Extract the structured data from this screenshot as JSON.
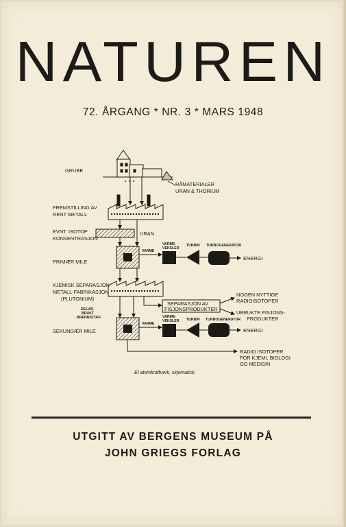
{
  "magazine": {
    "title": "NATUREN",
    "issue_line": "72. ÅRGANG * NR. 3 * MARS 1948"
  },
  "diagram": {
    "stage_labels": {
      "grube": "GRUBE",
      "fremstilling_1": "FREMSTILLING AV",
      "fremstilling_2": "RENT METALL",
      "isotop_1": "EVNT. ISOTOP",
      "isotop_2": "KONSENTRASJON",
      "primaer": "PRIMÆR MILE",
      "kjemisk_1": "KJEMISK SEPARASJON",
      "kjemisk_2": "METALL-FABRIKASJON",
      "kjemisk_3": "(PLUTONIUM)",
      "delvis_1": "DELVIS",
      "delvis_2": "BRUKT",
      "delvis_3": "BRENNSTOFF",
      "sekundaer": "SEKUNDÆR MILE"
    },
    "flow_labels": {
      "ramaterialer_1": "RÅMATERIALER",
      "ramaterialer_2": "URAN & THORIUM",
      "uran": "URAN",
      "varme_top": "VARME",
      "varme_bottom": "VARME",
      "varmeveksler_top_1": "VARME-",
      "varmeveksler_top_2": "VEKSLER",
      "turbin_top": "TURBIN",
      "turbogenerator_top": "TURBOGENERATOR",
      "energi_top": "ENERGI",
      "varmeveksler_bot_1": "VARME-",
      "varmeveksler_bot_2": "VEKSLER",
      "turbin_bot": "TURBIN",
      "turbogenerator_bot": "TURBOGENERATOR",
      "energi_bot": "ENERGI",
      "separasjon_1": "SEPARASJON AV",
      "separasjon_2": "FISJONSPRODUKTER",
      "nogen_1": "NOGEN NYTTIGE",
      "nogen_2": "RADIOISOTOPER",
      "ubrukte_1": "UBRUKTE FISJONS-",
      "ubrukte_2": "PRODUKTER",
      "radio_1": "RADIO ISOTOPER",
      "radio_2": "FOR KJEMI, BIOLOGI",
      "radio_3": "OG MEDISIN"
    },
    "caption": "Et atomkraftverk, skjematisk."
  },
  "publisher": {
    "line1": "UTGITT AV BERGENS MUSEUM PÅ",
    "line2": "JOHN GRIEGS FORLAG"
  }
}
